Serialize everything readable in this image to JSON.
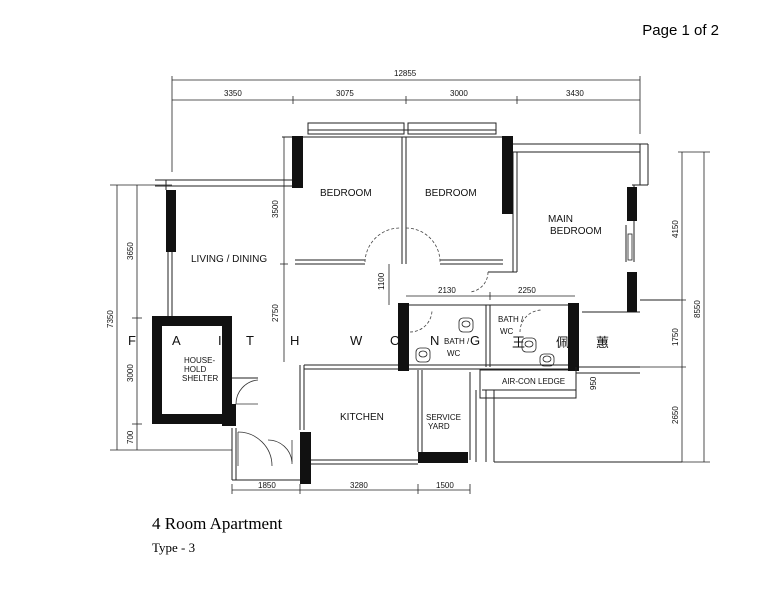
{
  "page_label": "Page 1 of 2",
  "title": "4 Room Apartment",
  "subtitle": "Type - 3",
  "watermark": [
    "F",
    "A",
    "I",
    "T",
    "H",
    "W",
    "O",
    "N",
    "G",
    "王",
    "佩",
    "蕙"
  ],
  "rooms": {
    "bedroom_1": "BEDROOM",
    "bedroom_2": "BEDROOM",
    "main_bedroom_line1": "MAIN",
    "main_bedroom_line2": "BEDROOM",
    "living_dining": "LIVING / DINING",
    "shelter_line1": "HOUSE-",
    "shelter_line2": "HOLD",
    "shelter_line3": "SHELTER",
    "kitchen": "KITCHEN",
    "service_yard_line1": "SERVICE",
    "service_yard_line2": "YARD",
    "bath_1_line1": "BATH /",
    "bath_1_line2": "WC",
    "bath_2_line1": "BATH /",
    "bath_2_line2": "WC",
    "aircon_ledge": "AIR-CON LEDGE"
  },
  "dimensions": {
    "overall_width": "12855",
    "top_1": "3350",
    "top_2": "3075",
    "top_3": "3000",
    "top_4": "3430",
    "bedroom_depth": "3500",
    "corridor_1100": "1100",
    "bath_width_1": "2130",
    "bath_width_2": "2250",
    "living_upper": "2750",
    "left_total": "7350",
    "left_1": "3650",
    "left_2": "3000",
    "left_3": "700",
    "right_total": "8550",
    "right_1": "4150",
    "right_2": "1750",
    "right_3": "2650",
    "ledge_950": "950",
    "bottom_1": "1850",
    "bottom_2": "3280",
    "bottom_3": "1500"
  }
}
